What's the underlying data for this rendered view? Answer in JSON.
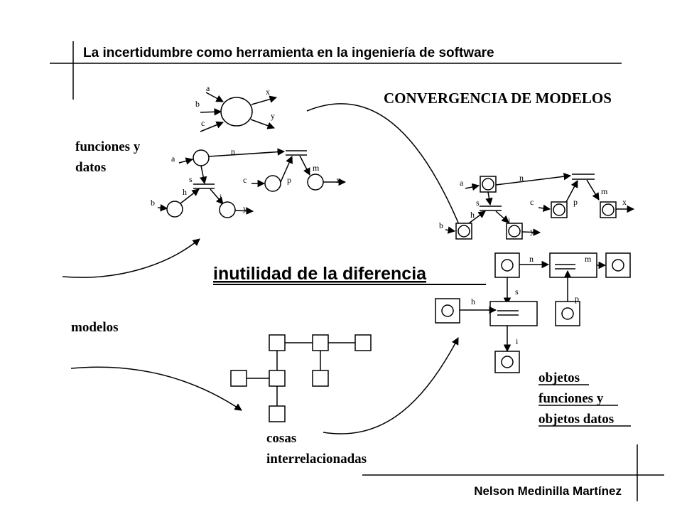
{
  "header": {
    "title": "La incertidumbre como herramienta en la ingeniería de software",
    "section_title": "CONVERGENCIA DE MODELOS"
  },
  "labels": {
    "funciones_datos": [
      "funciones y",
      "datos"
    ],
    "modelos": "modelos",
    "inutilidad": "inutilidad de la diferencia",
    "cosas": [
      "cosas",
      "interrelacionadas"
    ],
    "objetos": [
      "objetos",
      "funciones y",
      "objetos datos"
    ]
  },
  "diagram_letters": {
    "process": {
      "a": "a",
      "b": "b",
      "c": "c",
      "x": "x",
      "y": "y"
    },
    "dfd": {
      "a": "a",
      "b": "b",
      "c": "c",
      "s": "s",
      "h": "h",
      "i": "i",
      "n": "n",
      "p": "p",
      "m": "m",
      "x": "x",
      "y": "y"
    },
    "dfd_converged": {
      "a": "a",
      "b": "b",
      "c": "c",
      "s": "s",
      "h": "h",
      "i": "i",
      "n": "n",
      "p": "p",
      "m": "m",
      "x": "x",
      "y": "y"
    },
    "objects": {
      "n": "n",
      "m": "m",
      "s": "s",
      "p": "p",
      "h": "h",
      "i": "i"
    }
  },
  "footer": {
    "author": "Nelson Medinilla Martínez"
  }
}
